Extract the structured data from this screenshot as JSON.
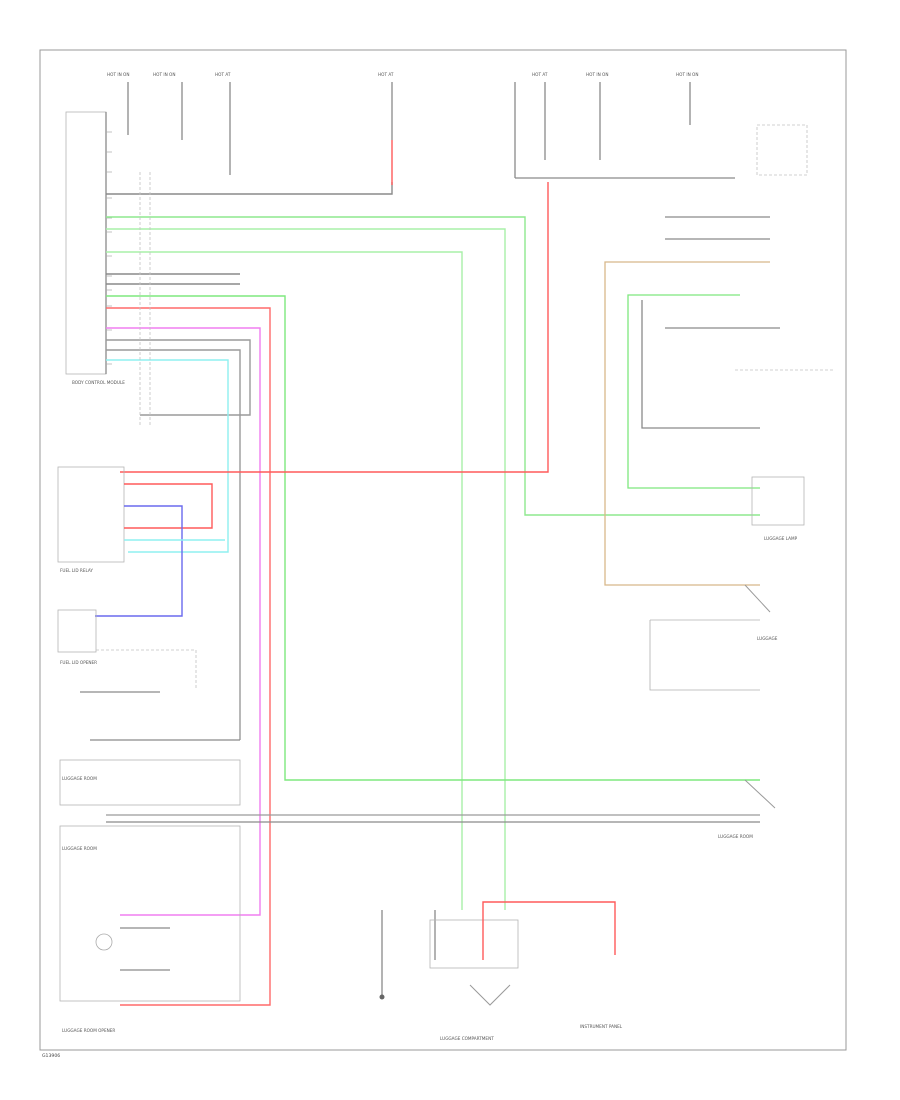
{
  "colors": {
    "background": "#ffffff",
    "frame": "#9a9a9a",
    "wire_red": "#ff5a5a",
    "wire_green": "#7ee87e",
    "wire_lightgreen": "#a8f0a8",
    "wire_magenta": "#f07ef0",
    "wire_blue": "#7a7aee",
    "wire_cyan": "#8ff0f0",
    "wire_tan": "#d8b88a",
    "wire_gray": "#8a8a8a"
  },
  "labels": {
    "top_fuse_1": "HOT IN ON",
    "top_fuse_2": "HOT IN ON",
    "top_fuse_3": "HOT AT",
    "top_fuse_4": "HOT AT",
    "top_fuse_5": "HOT AT",
    "top_fuse_6": "HOT IN ON",
    "top_fuse_7": "HOT IN ON",
    "bcm_title": "BODY CONTROL MODULE",
    "left_box_1": "FUEL LID RELAY",
    "left_box_2": "FUEL LID OPENER",
    "left_box_3": "LUGGAGE ROOM",
    "left_box_4": "LUGGAGE ROOM",
    "bottom_1": "LUGGAGE ROOM OPENER",
    "bottom_2": "LUGGAGE COMPARTMENT",
    "bottom_3": "INSTRUMENT PANEL",
    "right_1": "LUGGAGE LAMP",
    "right_2": "LUGGAGE",
    "right_3": "LUGGAGE ROOM"
  },
  "footer": {
    "code": "G13906"
  }
}
